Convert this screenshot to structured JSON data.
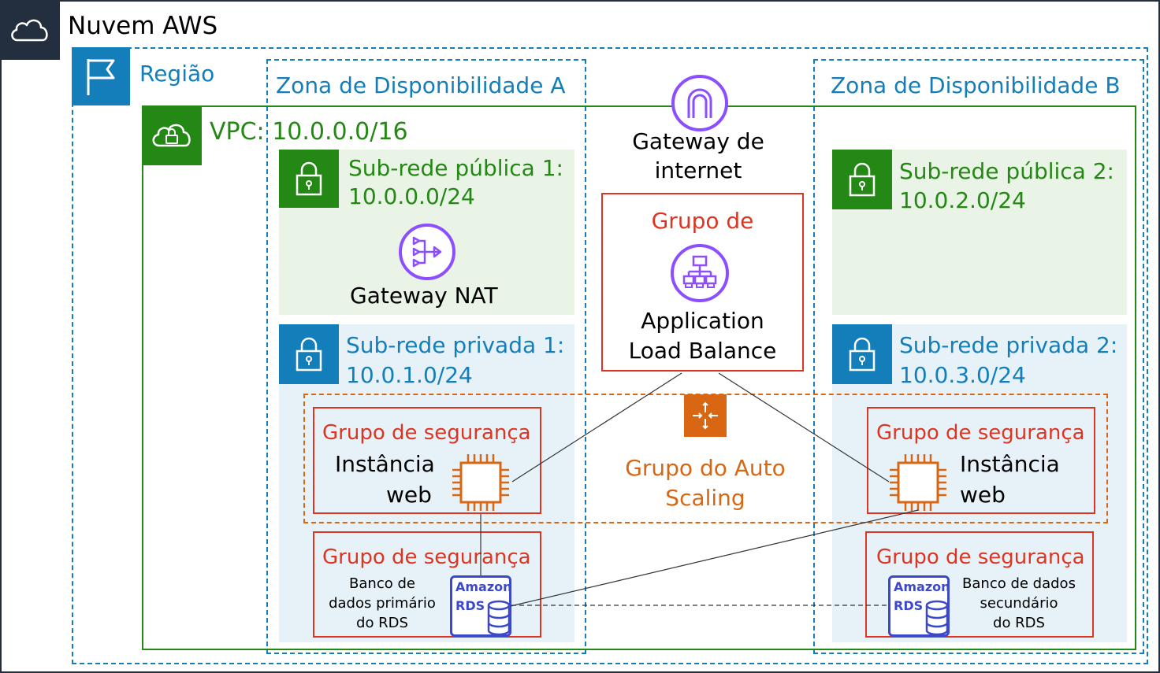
{
  "colors": {
    "cloud_dark": "#232f3e",
    "region_blue": "#147eba",
    "vpc_green": "#248814",
    "public_bg": "#e9f3e6",
    "private_bg": "#e6f2f8",
    "security_red": "#dd3522",
    "autoscaling_orange": "#d86613",
    "purple": "#8c4fff",
    "rds_blue": "#3b48cc"
  },
  "cloud": {
    "title": "Nuvem AWS",
    "icon": "aws-cloud-icon"
  },
  "region": {
    "label": "Região",
    "icon": "region-flag-icon"
  },
  "vpc": {
    "label": "VPC: 10.0.0.0/16",
    "icon": "vpc-cloud-lock-icon"
  },
  "az_a": {
    "label": "Zona de Disponibilidade A"
  },
  "az_b": {
    "label": "Zona de Disponibilidade B"
  },
  "igw": {
    "line1": "Gateway de",
    "line2": "internet",
    "icon": "internet-gateway-icon"
  },
  "alb": {
    "title": "Grupo de",
    "line1": "Application",
    "line2": "Load Balance",
    "icon": "load-balancer-icon"
  },
  "public1": {
    "line1": "Sub-rede pública 1:",
    "line2": "10.0.0.0/24",
    "icon": "lock-icon"
  },
  "public2": {
    "line1": "Sub-rede pública 2:",
    "line2": "10.0.2.0/24",
    "icon": "lock-icon"
  },
  "nat": {
    "label": "Gateway NAT",
    "icon": "nat-gateway-icon"
  },
  "private1": {
    "line1": "Sub-rede privada 1:",
    "line2": "10.0.1.0/24",
    "icon": "lock-icon"
  },
  "private2": {
    "line1": "Sub-rede privada 2:",
    "line2": "10.0.3.0/24",
    "icon": "lock-icon"
  },
  "autoscaling": {
    "line1": "Grupo do Auto",
    "line2": "Scaling",
    "icon": "auto-scaling-icon"
  },
  "sg_web_a": {
    "title": "Grupo de segurança",
    "line1": "Instância",
    "line2": "web",
    "icon": "ec2-chip-icon"
  },
  "sg_web_b": {
    "title": "Grupo de segurança",
    "line1": "Instância",
    "line2": "web",
    "icon": "ec2-chip-icon"
  },
  "sg_db_a": {
    "title": "Grupo de segurança",
    "line1": "Banco de",
    "line2": "dados primário",
    "line3": "do RDS",
    "rds_word1": "Amazon",
    "rds_word2": "RDS",
    "icon": "amazon-rds-icon"
  },
  "sg_db_b": {
    "title": "Grupo de segurança",
    "line1": "Banco de dados",
    "line2": "secundário",
    "line3": "do RDS",
    "rds_word1": "Amazon",
    "rds_word2": "RDS",
    "icon": "amazon-rds-icon"
  }
}
